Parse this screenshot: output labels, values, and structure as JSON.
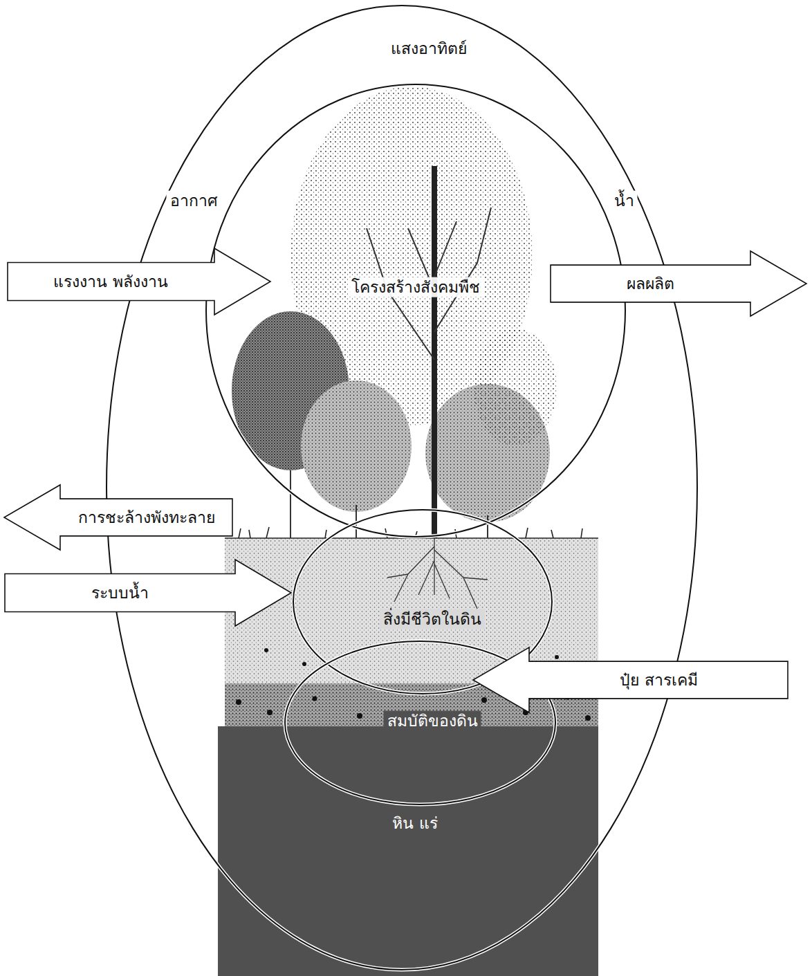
{
  "diagram": {
    "nodes": [
      {
        "text": [
          "แสงอาทิตย์",
          "อากาศ",
          "น้ำ"
        ]
      },
      {
        "text": [
          "โครงสร้างสังคมพืช"
        ],
        "in": 0
      },
      {
        "text": [
          "แรงงาน พลังงาน"
        ]
      },
      {
        "text": [
          "ผลผลิต"
        ]
      },
      {
        "text": [
          "การชะล้างพังทะลาย"
        ]
      },
      {
        "text": [
          "สิ่งมีชีวิตในดิน"
        ],
        "in": 0
      },
      {
        "text": [
          "ระบบน้ำ"
        ]
      },
      {
        "text": [
          "สมบัติของดิน"
        ],
        "in": 0
      },
      {
        "text": [
          "ปุ๋ย สารเคมี"
        ]
      },
      {
        "text": [
          "หิน แร่"
        ]
      }
    ]
  }
}
